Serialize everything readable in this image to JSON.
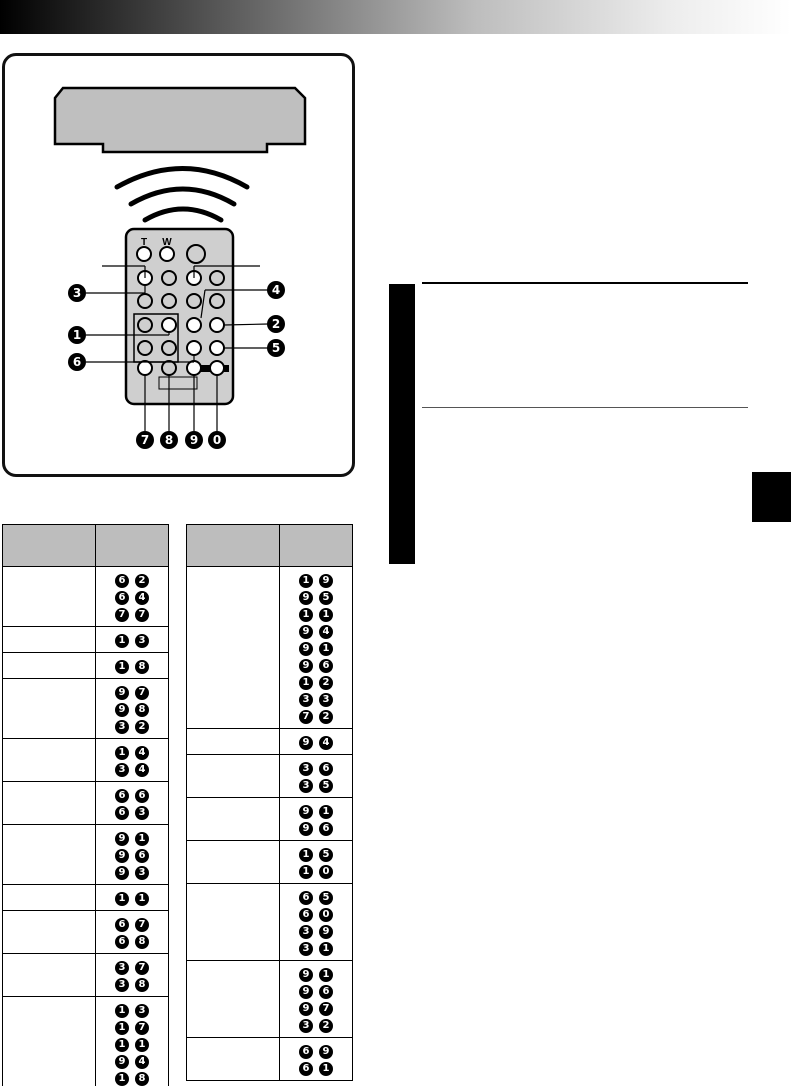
{
  "illustration": {
    "remote_button_labels": {
      "tele": "T",
      "wide": "W"
    },
    "callouts": [
      "1",
      "2",
      "3",
      "4",
      "5",
      "6",
      "7",
      "8",
      "9",
      "0"
    ]
  },
  "code_table_left": {
    "rows": [
      {
        "codes": [
          [
            "6",
            "2"
          ],
          [
            "6",
            "4"
          ],
          [
            "7",
            "7"
          ]
        ]
      },
      {
        "codes": [
          [
            "1",
            "3"
          ]
        ]
      },
      {
        "codes": [
          [
            "1",
            "8"
          ]
        ]
      },
      {
        "codes": [
          [
            "9",
            "7"
          ],
          [
            "9",
            "8"
          ],
          [
            "3",
            "2"
          ]
        ]
      },
      {
        "codes": [
          [
            "1",
            "4"
          ],
          [
            "3",
            "4"
          ]
        ]
      },
      {
        "codes": [
          [
            "6",
            "6"
          ],
          [
            "6",
            "3"
          ]
        ]
      },
      {
        "codes": [
          [
            "9",
            "1"
          ],
          [
            "9",
            "6"
          ],
          [
            "9",
            "3"
          ]
        ]
      },
      {
        "codes": [
          [
            "1",
            "1"
          ]
        ]
      },
      {
        "codes": [
          [
            "6",
            "7"
          ],
          [
            "6",
            "8"
          ]
        ]
      },
      {
        "codes": [
          [
            "3",
            "7"
          ],
          [
            "3",
            "8"
          ]
        ]
      },
      {
        "codes": [
          [
            "1",
            "3"
          ],
          [
            "1",
            "7"
          ],
          [
            "1",
            "1"
          ],
          [
            "9",
            "4"
          ],
          [
            "1",
            "8"
          ]
        ]
      }
    ]
  },
  "code_table_right": {
    "rows": [
      {
        "codes": [
          [
            "1",
            "9"
          ],
          [
            "9",
            "5"
          ],
          [
            "1",
            "1"
          ],
          [
            "9",
            "4"
          ],
          [
            "9",
            "1"
          ],
          [
            "9",
            "6"
          ],
          [
            "1",
            "2"
          ],
          [
            "3",
            "3"
          ],
          [
            "7",
            "2"
          ]
        ]
      },
      {
        "codes": [
          [
            "9",
            "4"
          ]
        ]
      },
      {
        "codes": [
          [
            "3",
            "6"
          ],
          [
            "3",
            "5"
          ]
        ]
      },
      {
        "codes": [
          [
            "9",
            "1"
          ],
          [
            "9",
            "6"
          ]
        ]
      },
      {
        "codes": [
          [
            "1",
            "5"
          ],
          [
            "1",
            "0"
          ]
        ]
      },
      {
        "codes": [
          [
            "6",
            "5"
          ],
          [
            "6",
            "0"
          ],
          [
            "3",
            "9"
          ],
          [
            "3",
            "1"
          ]
        ]
      },
      {
        "codes": [
          [
            "9",
            "1"
          ],
          [
            "9",
            "6"
          ],
          [
            "9",
            "7"
          ],
          [
            "3",
            "2"
          ]
        ]
      },
      {
        "codes": [
          [
            "6",
            "9"
          ],
          [
            "6",
            "1"
          ]
        ]
      }
    ]
  }
}
